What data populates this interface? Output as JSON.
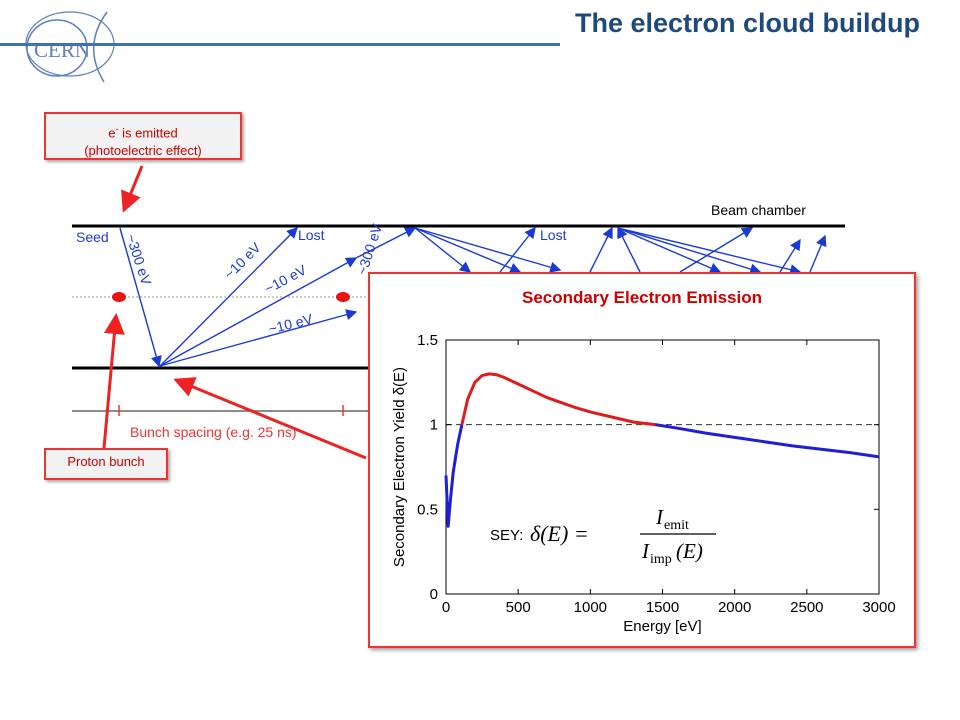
{
  "header": {
    "title": "The electron cloud buildup",
    "logo_text": "CERN"
  },
  "callouts": {
    "emitted_line1_e": "e",
    "emitted_line1_sup": "-",
    "emitted_line1_rest": " is emitted",
    "emitted_line2": "(photoelectric effect)",
    "proton_bunch": "Proton bunch"
  },
  "diagram": {
    "beam_chamber": "Beam chamber",
    "seed": "Seed",
    "lost_1": "Lost",
    "lost_2": "Lost",
    "energy_300_1": "~300 eV",
    "energy_300_2": "~300 eV",
    "energy_10_1": "~10 eV",
    "energy_10_2": "~10 eV",
    "energy_10_3": "~10 eV",
    "bunch_spacing": "Bunch spacing (e.g. 25 ns)"
  },
  "inset": {
    "title": "Secondary Electron Emission",
    "formula_label": "SEY:"
  },
  "chart_data": {
    "type": "line",
    "xlabel": "Energy [eV]",
    "ylabel": "Secondary Electron Yield  δ(E)",
    "xlim": [
      0,
      3000
    ],
    "ylim": [
      0,
      1.5
    ],
    "xticks": [
      0,
      500,
      1000,
      1500,
      2000,
      2500,
      3000
    ],
    "yticks": [
      0,
      0.5,
      1,
      1.5
    ],
    "ytick_labels": [
      "0",
      "0.5",
      "1",
      "1.5"
    ],
    "reference_line": 1,
    "series": [
      {
        "color": "#1f1fd6",
        "x": [
          0,
          15,
          30,
          50,
          80,
          110
        ],
        "y": [
          0.7,
          0.4,
          0.55,
          0.72,
          0.88,
          1.0
        ]
      },
      {
        "color": "#e01b1b",
        "x": [
          110,
          150,
          200,
          250,
          300,
          350,
          400,
          500,
          600,
          700,
          800,
          900,
          1000,
          1100,
          1200,
          1300,
          1450
        ],
        "y": [
          1.0,
          1.15,
          1.25,
          1.29,
          1.3,
          1.295,
          1.28,
          1.24,
          1.2,
          1.16,
          1.13,
          1.1,
          1.075,
          1.055,
          1.035,
          1.015,
          1.0
        ]
      },
      {
        "color": "#1f1fd6",
        "x": [
          1450,
          1600,
          1800,
          2000,
          2200,
          2400,
          2600,
          2800,
          3000
        ],
        "y": [
          1.0,
          0.98,
          0.95,
          0.925,
          0.9,
          0.875,
          0.855,
          0.835,
          0.81
        ]
      }
    ],
    "formula": {
      "lhs": "δ(E) =",
      "numerator": "I",
      "numerator_sub": "emit",
      "denominator": "I",
      "denominator_sub": "imp",
      "denominator_arg": "(E)"
    }
  }
}
